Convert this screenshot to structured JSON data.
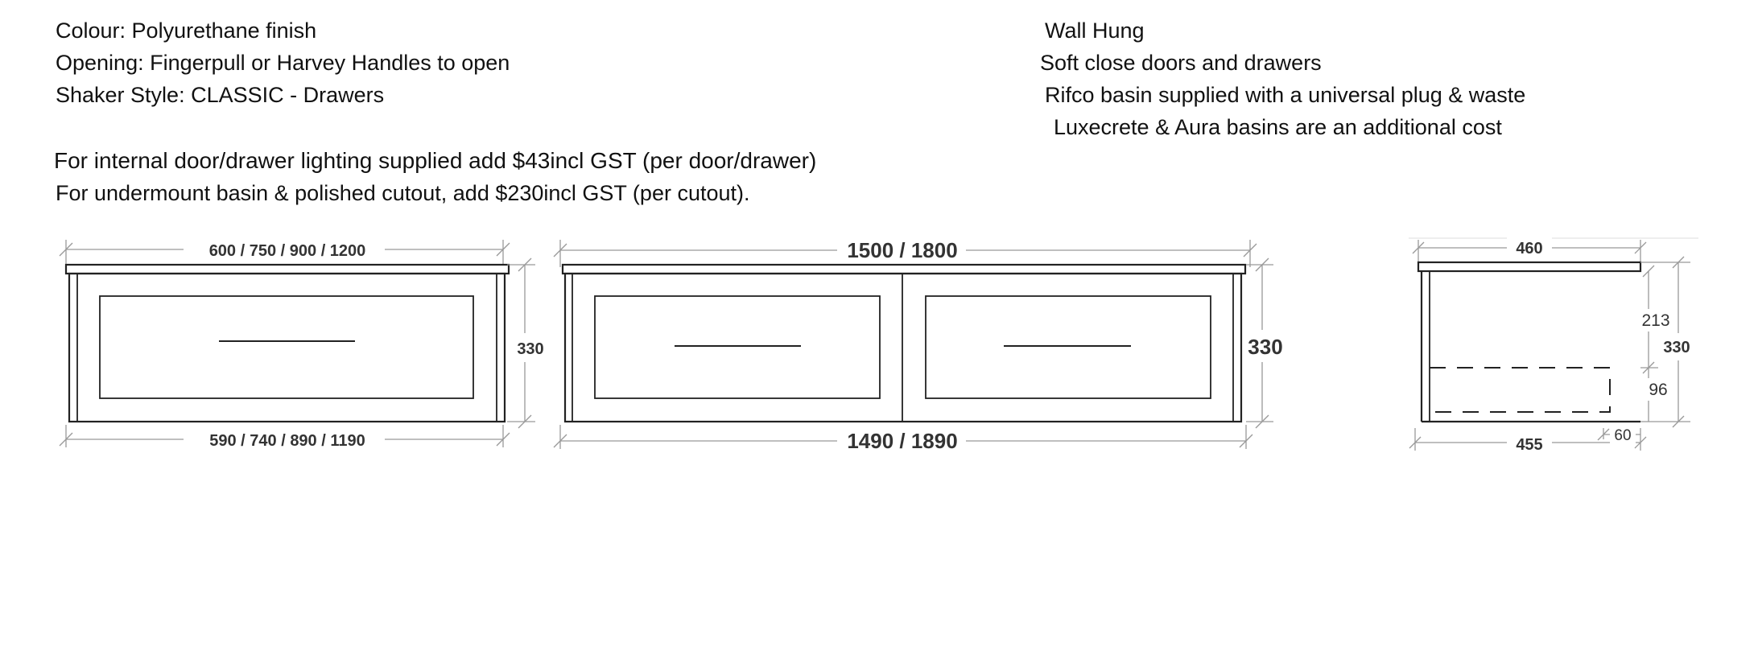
{
  "specs_left": {
    "colour": "Colour: Polyurethane finish",
    "opening": "Opening: Fingerpull or Harvey Handles to open",
    "shaker": "Shaker Style: CLASSIC - Drawers"
  },
  "specs_right": {
    "wall_hung": "Wall Hung",
    "soft_close": "Soft close doors and drawers",
    "rifco": "Rifco basin supplied with a universal plug & waste",
    "luxecrete": "Luxecrete & Aura basins are an additional cost"
  },
  "notes": {
    "lighting": "For internal door/drawer lighting supplied add $43incl GST (per door/drawer)",
    "undermount": "For undermount basin & polished cutout, add $230incl GST (per cutout)."
  },
  "single_unit": {
    "top_width": "600 / 750 / 900 / 1200",
    "bottom_width": "590 / 740 / 890 / 1190",
    "height": "330"
  },
  "double_unit": {
    "top_width": "1500 / 1800",
    "bottom_width": "1490 / 1890",
    "height": "330"
  },
  "side_view": {
    "depth_top": "460",
    "depth_bottom": "455",
    "upper_height": "213",
    "total_height": "330",
    "drawer_height": "96",
    "offset": "60"
  }
}
